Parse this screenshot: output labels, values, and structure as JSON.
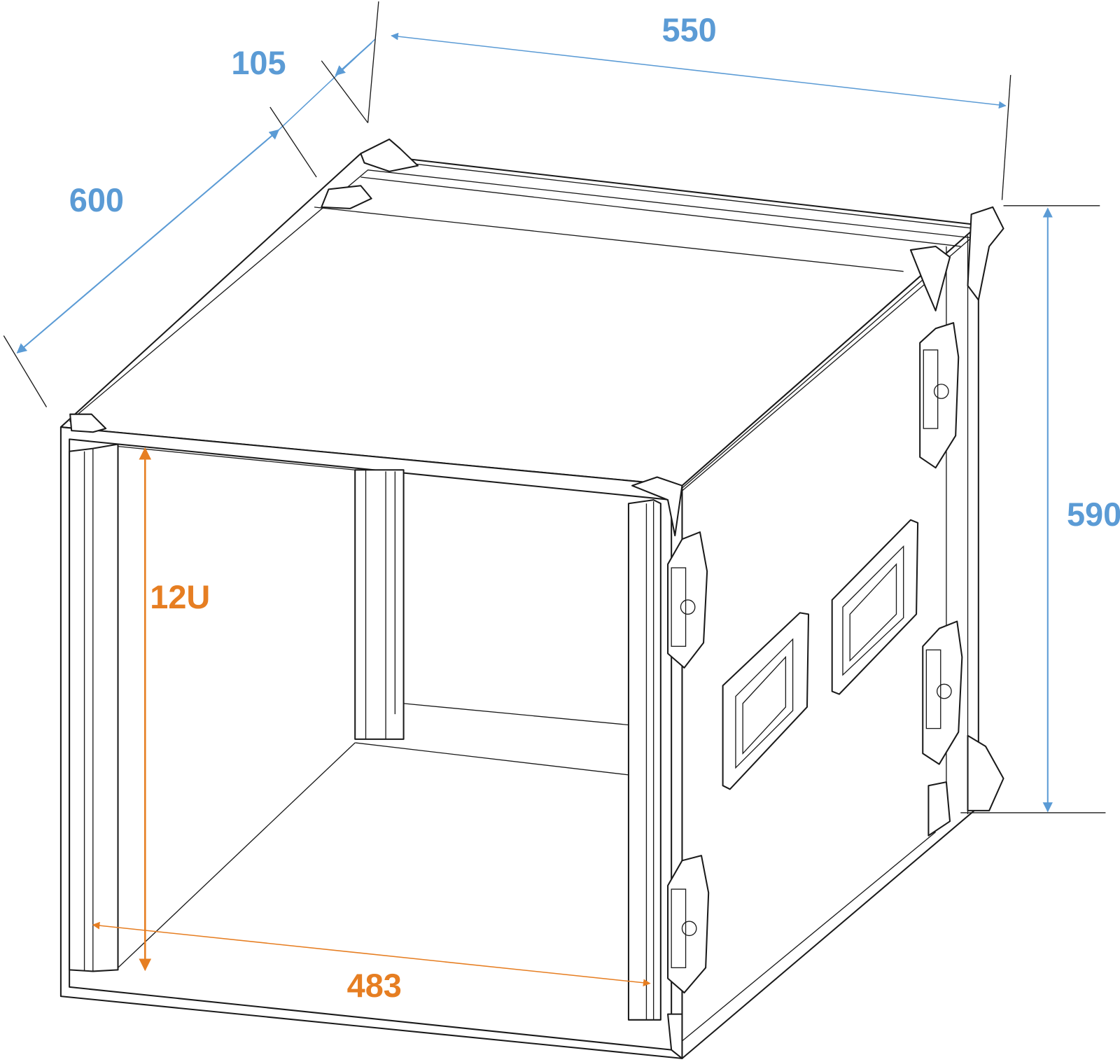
{
  "title": "12U rack case dimension drawing",
  "colors": {
    "dimension_blue": "#5b9bd5",
    "dimension_orange": "#e67e22",
    "line": "#1a1a1a"
  },
  "dimensions": {
    "depth": "600",
    "lid_depth": "105",
    "width": "550",
    "height": "590",
    "rack_units": "12U",
    "rack_width": "483"
  }
}
